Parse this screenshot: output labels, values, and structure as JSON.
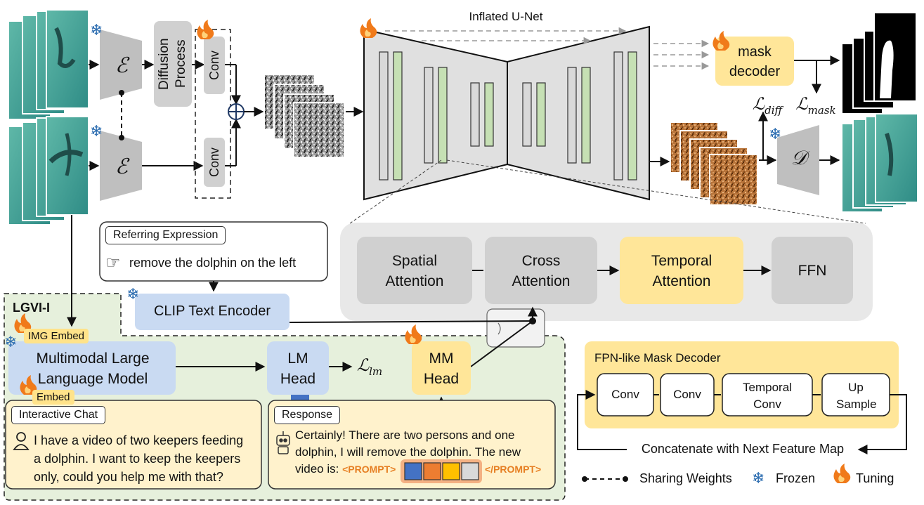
{
  "unet_title": "Inflated U-Net",
  "encoder_symbol": "ℰ",
  "decoder_symbol": "𝒟",
  "diffusion_label": "Diffusion Process",
  "conv_label": "Conv",
  "mask_decoder_label": "mask decoder",
  "loss_diff": "ℒ",
  "loss_diff_sub": "diff",
  "loss_mask": "ℒ",
  "loss_mask_sub": "mask",
  "loss_lm": "ℒ",
  "loss_lm_sub": "lm",
  "referring": {
    "caption": "Referring Expression",
    "text": "remove the dolphin on the left"
  },
  "clip_label": "CLIP Text Encoder",
  "attention_blocks": [
    "Spatial Attention",
    "Cross Attention",
    "Temporal Attention",
    "FFN"
  ],
  "lgvi_title": "LGVI-I",
  "img_embed": "IMG Embed",
  "embed": "Embed",
  "mllm_label": "Multimodal Large Language Model",
  "lm_head": "LM Head",
  "mm_head": "MM Head",
  "chat": {
    "caption": "Interactive Chat",
    "lines": [
      "I have a video of two keepers feeding",
      "a dolphin. I want to keep the keepers",
      "only, could you help me with that?"
    ]
  },
  "response": {
    "caption": "Response",
    "lines": [
      "Certainly! There are two persons and one",
      "dolphin, I will remove the dolphin. The new"
    ],
    "line3_prefix": "video is:",
    "prompt_open": "<PROMPT>",
    "prompt_close": "</PROMPT>",
    "token_colors": [
      "#4472c4",
      "#ed7d31",
      "#ffc000",
      "#d9d9d9"
    ]
  },
  "fpn": {
    "title": "FPN-like Mask Decoder",
    "blocks": [
      "Conv",
      "Conv",
      "Temporal Conv",
      "Up Sample"
    ],
    "concat_label": "Concatenate with Next Feature Map"
  },
  "legend": {
    "sharing": "Sharing Weights",
    "frozen": "Frozen",
    "tuning": "Tuning"
  },
  "colors": {
    "grey_block": "#d0d0d0",
    "tuned_block": "#ffe699",
    "frozen_block": "#c9daf2",
    "lgvi_bg": "#e6f0dc",
    "attention_bg": "#e8e8e8",
    "unet_bar": "#c6e0b4",
    "flame": "#f07a1a",
    "snow": "#2b6cb0"
  }
}
